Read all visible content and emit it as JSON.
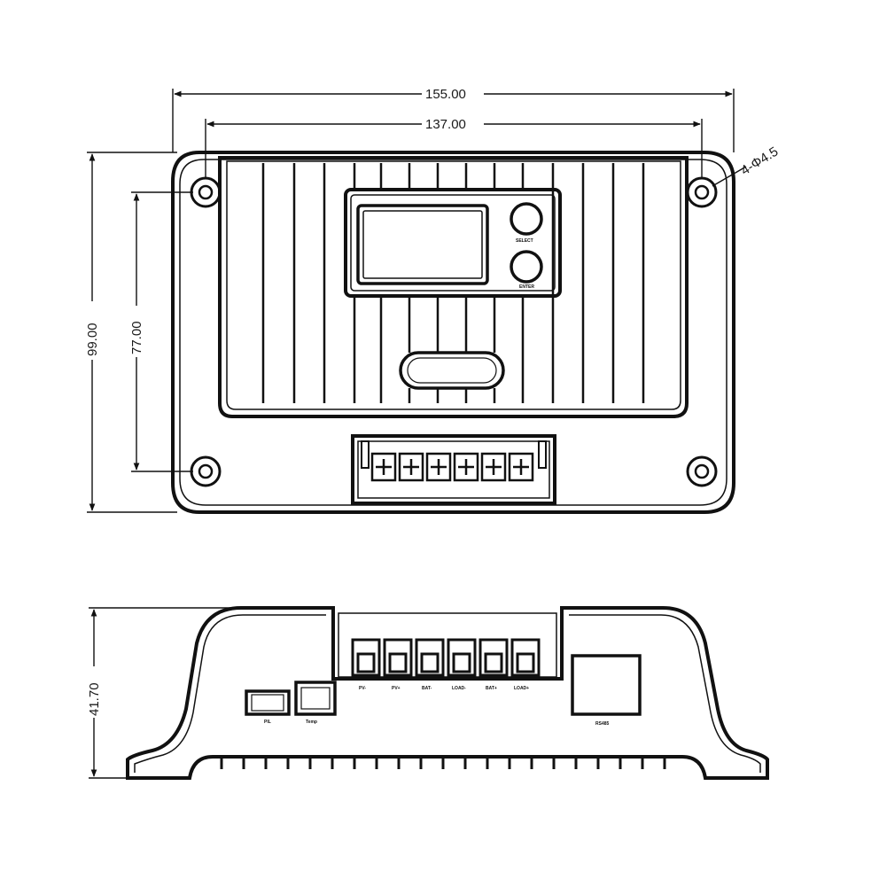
{
  "dimensions": {
    "overall_width": "155.00",
    "hole_spacing_width": "137.00",
    "overall_height": "99.00",
    "hole_spacing_height": "77.00",
    "mounting_holes": "4-Φ4.5",
    "side_height": "41.70"
  },
  "front_view": {
    "button_top_label": "SELECT",
    "button_bottom_label": "ENTER"
  },
  "side_view": {
    "terminal_labels": [
      "PV-",
      "PV+",
      "BAT-",
      "LOAD-",
      "BAT+",
      "LOAD+"
    ],
    "port_left_label": "PIL",
    "port_mid_label": "Temp",
    "port_right_label": "RS485"
  }
}
